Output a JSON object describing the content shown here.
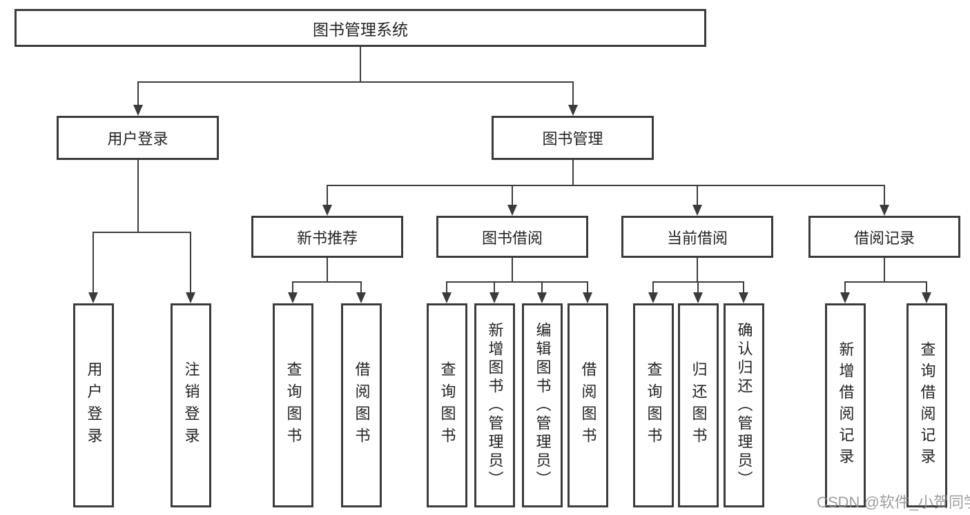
{
  "diagram": {
    "root": {
      "label": "图书管理系统"
    },
    "level1": [
      {
        "label": "用户登录"
      },
      {
        "label": "图书管理"
      }
    ],
    "level2": [
      {
        "label": "新书推荐"
      },
      {
        "label": "图书借阅"
      },
      {
        "label": "当前借阅"
      },
      {
        "label": "借阅记录"
      }
    ],
    "leaves": {
      "login": [
        "用户登录",
        "注销登录"
      ],
      "recommend": [
        "查询图书",
        "借阅图书"
      ],
      "borrow": [
        "查询图书",
        "新增图书（管理员）",
        "编辑图书（管理员）",
        "借阅图书"
      ],
      "current": [
        "查询图书",
        "归还图书",
        "确认归还（管理员）"
      ],
      "records": [
        "新增借阅记录",
        "查询借阅记录"
      ]
    }
  },
  "watermark": "CSDN @软件_小贺同学",
  "colors": {
    "line": "#3b3b3b",
    "text": "#232323",
    "watermark": "#8c8c8c",
    "background": "#ffffff"
  }
}
